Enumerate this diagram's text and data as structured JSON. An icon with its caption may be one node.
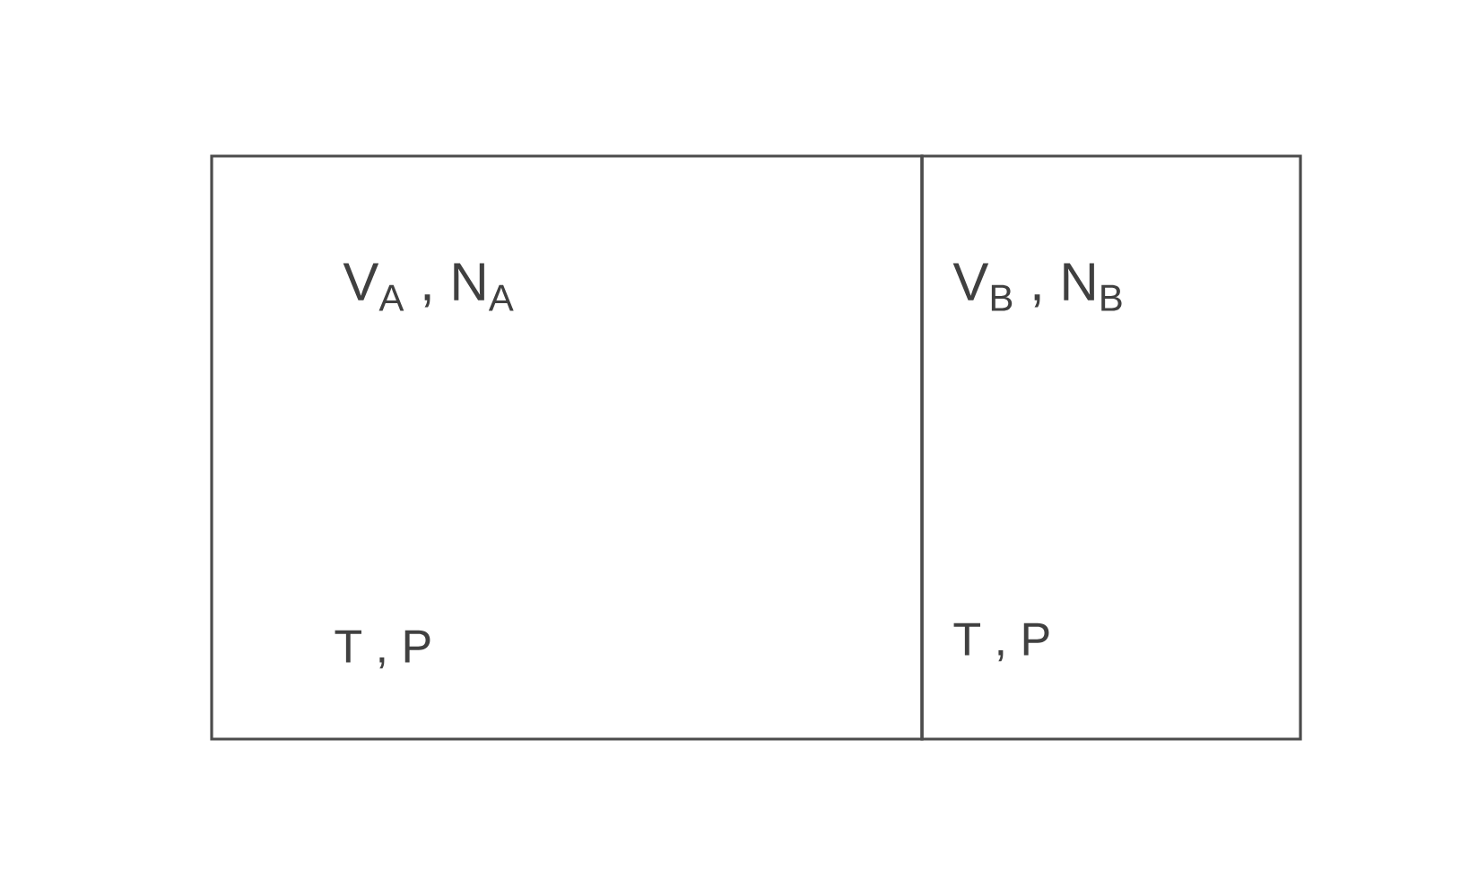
{
  "diagram": {
    "nodes": [
      {
        "text": [
          "V$_{A}$ , N$_{A}$",
          "T , P"
        ]
      },
      {
        "text": [
          "V$_{B}$ , N$_{B}$",
          "T , P"
        ]
      }
    ]
  }
}
